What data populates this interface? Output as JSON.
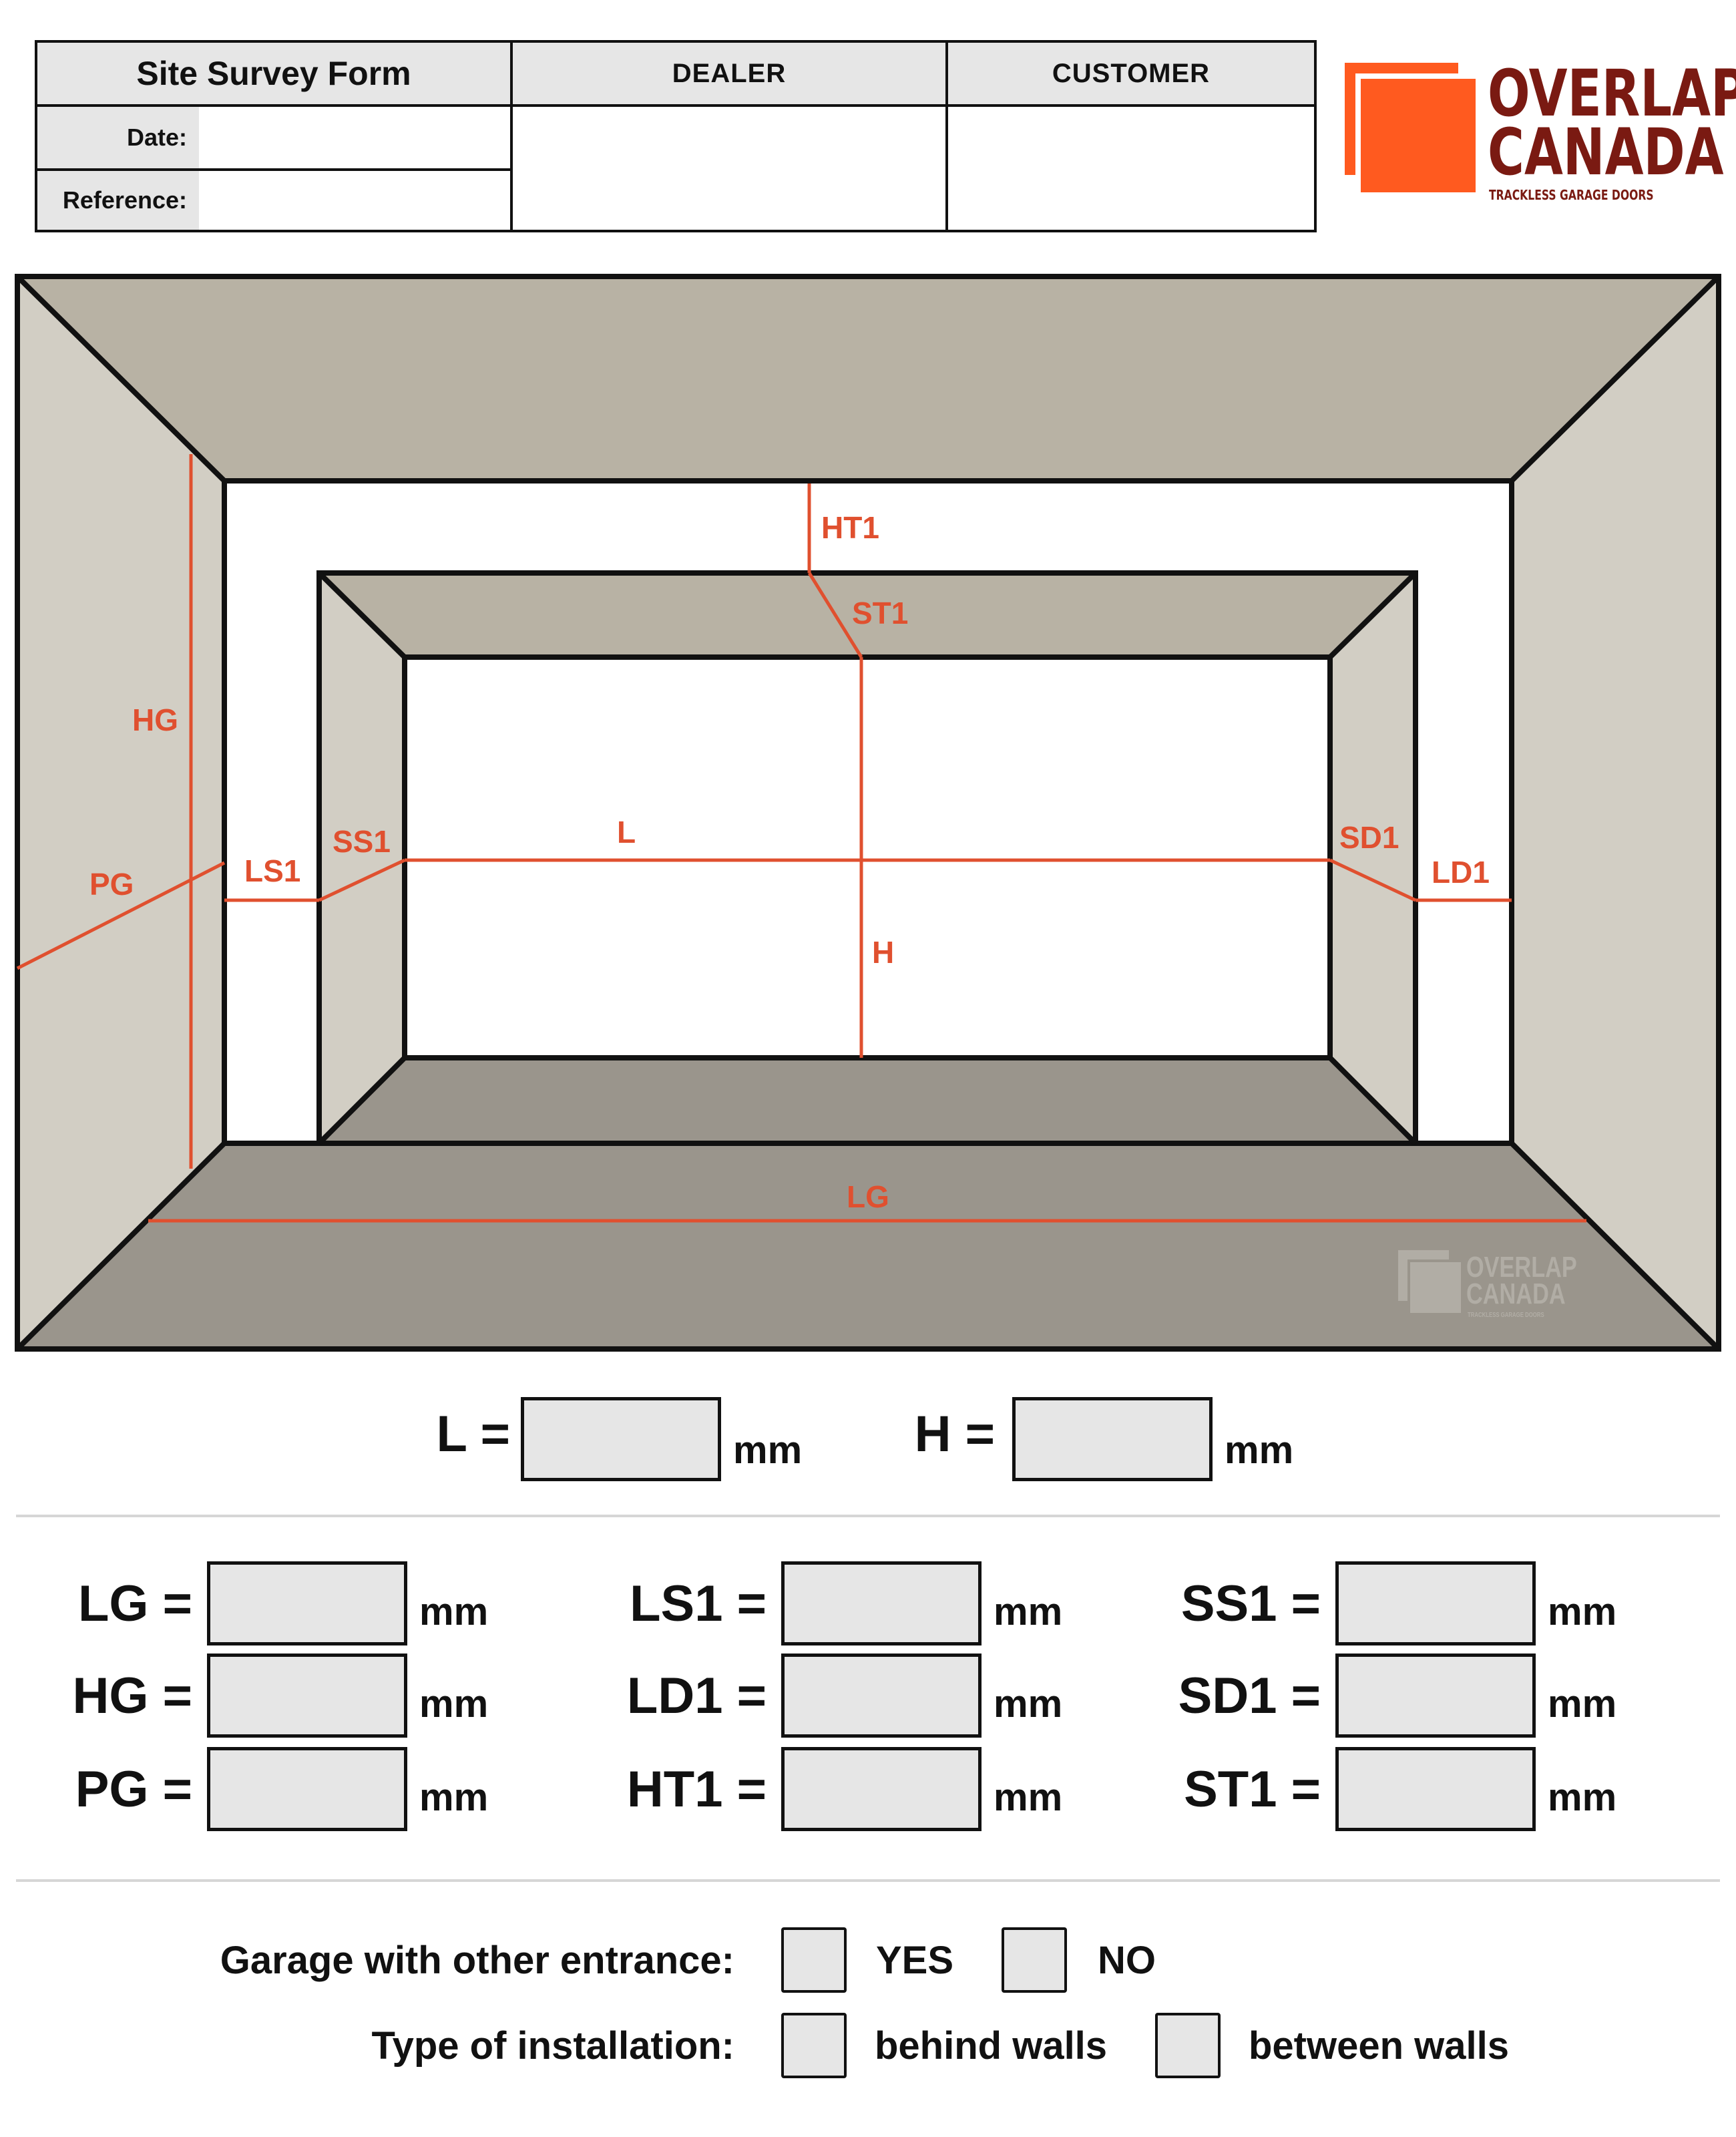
{
  "header": {
    "form_title": "Site Survey Form",
    "date_label": "Date:",
    "reference_label": "Reference:",
    "dealer_label": "DEALER",
    "customer_label": "CUSTOMER"
  },
  "logo": {
    "line1": "OVERLAP",
    "line2": "CANADA",
    "tagline": "TRACKLESS GARAGE DOORS"
  },
  "diagram": {
    "labels": {
      "ht1": "HT1",
      "st1": "ST1",
      "hg": "HG",
      "pg": "PG",
      "ls1": "LS1",
      "ss1": "SS1",
      "l": "L",
      "h": "H",
      "sd1": "SD1",
      "ld1": "LD1",
      "lg": "LG"
    },
    "watermark": {
      "line1": "OVERLAP",
      "line2": "CANADA",
      "tagline": "TRACKLESS GARAGE DOORS"
    },
    "colors": {
      "ceiling": "#b8b2a4",
      "wall": "#d2cec4",
      "floor": "#9a958c",
      "opening": "#ffffff",
      "measure": "#e0502f"
    }
  },
  "main_fields": {
    "l_label": "L =",
    "h_label": "H =",
    "unit": "mm"
  },
  "fields": {
    "lg": "LG =",
    "hg": "HG =",
    "pg": "PG =",
    "ls1": "LS1 =",
    "ld1": "LD1 =",
    "ht1": "HT1 =",
    "ss1": "SS1 =",
    "sd1": "SD1 =",
    "st1": "ST1 =",
    "unit": "mm"
  },
  "questions": {
    "entrance_label": "Garage with other entrance:",
    "yes": "YES",
    "no": "NO",
    "installation_label": "Type of installation:",
    "behind": "behind walls",
    "between": "between walls"
  }
}
